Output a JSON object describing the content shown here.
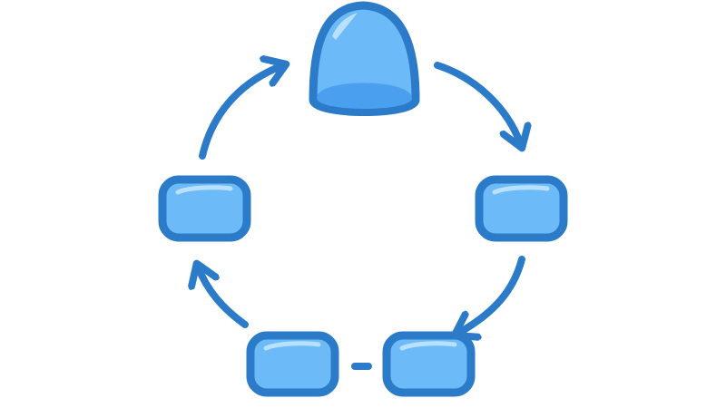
{
  "colors": {
    "stroke": "#2b7bc9",
    "fill": "#6cbaf8",
    "fill_dark": "#4aa0ee",
    "highlight": "#b9e0ff",
    "background": "#ffffff"
  },
  "diagram": {
    "type": "cycle",
    "nodes": [
      {
        "shape": "dome"
      },
      {
        "shape": "rounded-rectangle"
      },
      {
        "shape": "rounded-rectangle"
      },
      {
        "shape": "rounded-rectangle"
      },
      {
        "shape": "rounded-rectangle"
      }
    ],
    "direction": "clockwise"
  }
}
